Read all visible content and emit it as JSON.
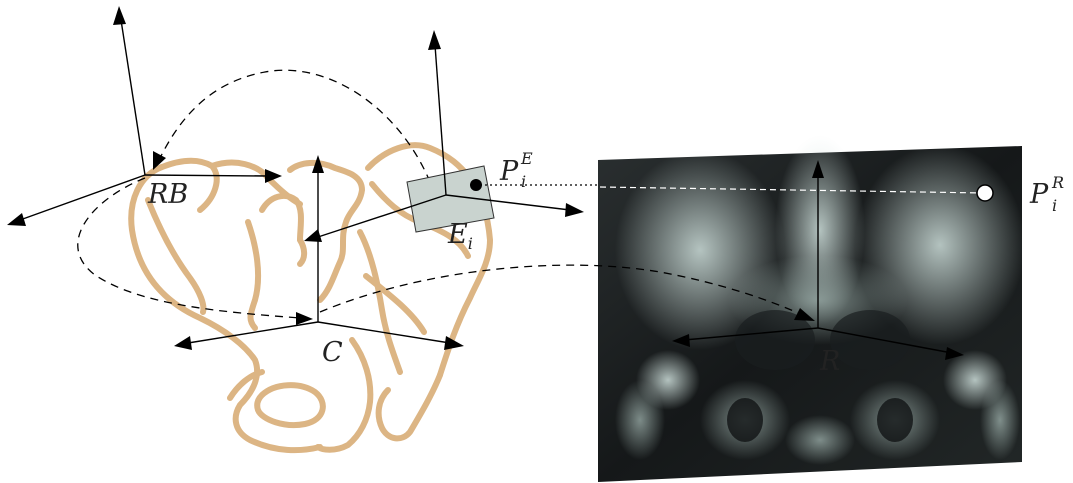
{
  "labels": {
    "rb": "RB",
    "c": "C",
    "r": "R",
    "e_base": "E",
    "e_sub": "i",
    "pe_base": "P",
    "pe_sub": "i",
    "pe_sup": "E",
    "pr_base": "P",
    "pr_sub": "i",
    "pr_sup": "R"
  },
  "colors": {
    "pelvis_outline": "#dcb584",
    "marker_plate": "#c9d3cf",
    "axis": "#000000",
    "xray_background": "#1b1f20"
  },
  "icons": {
    "point_pe": "filled-black-dot",
    "point_pr": "hollow-white-dot"
  }
}
